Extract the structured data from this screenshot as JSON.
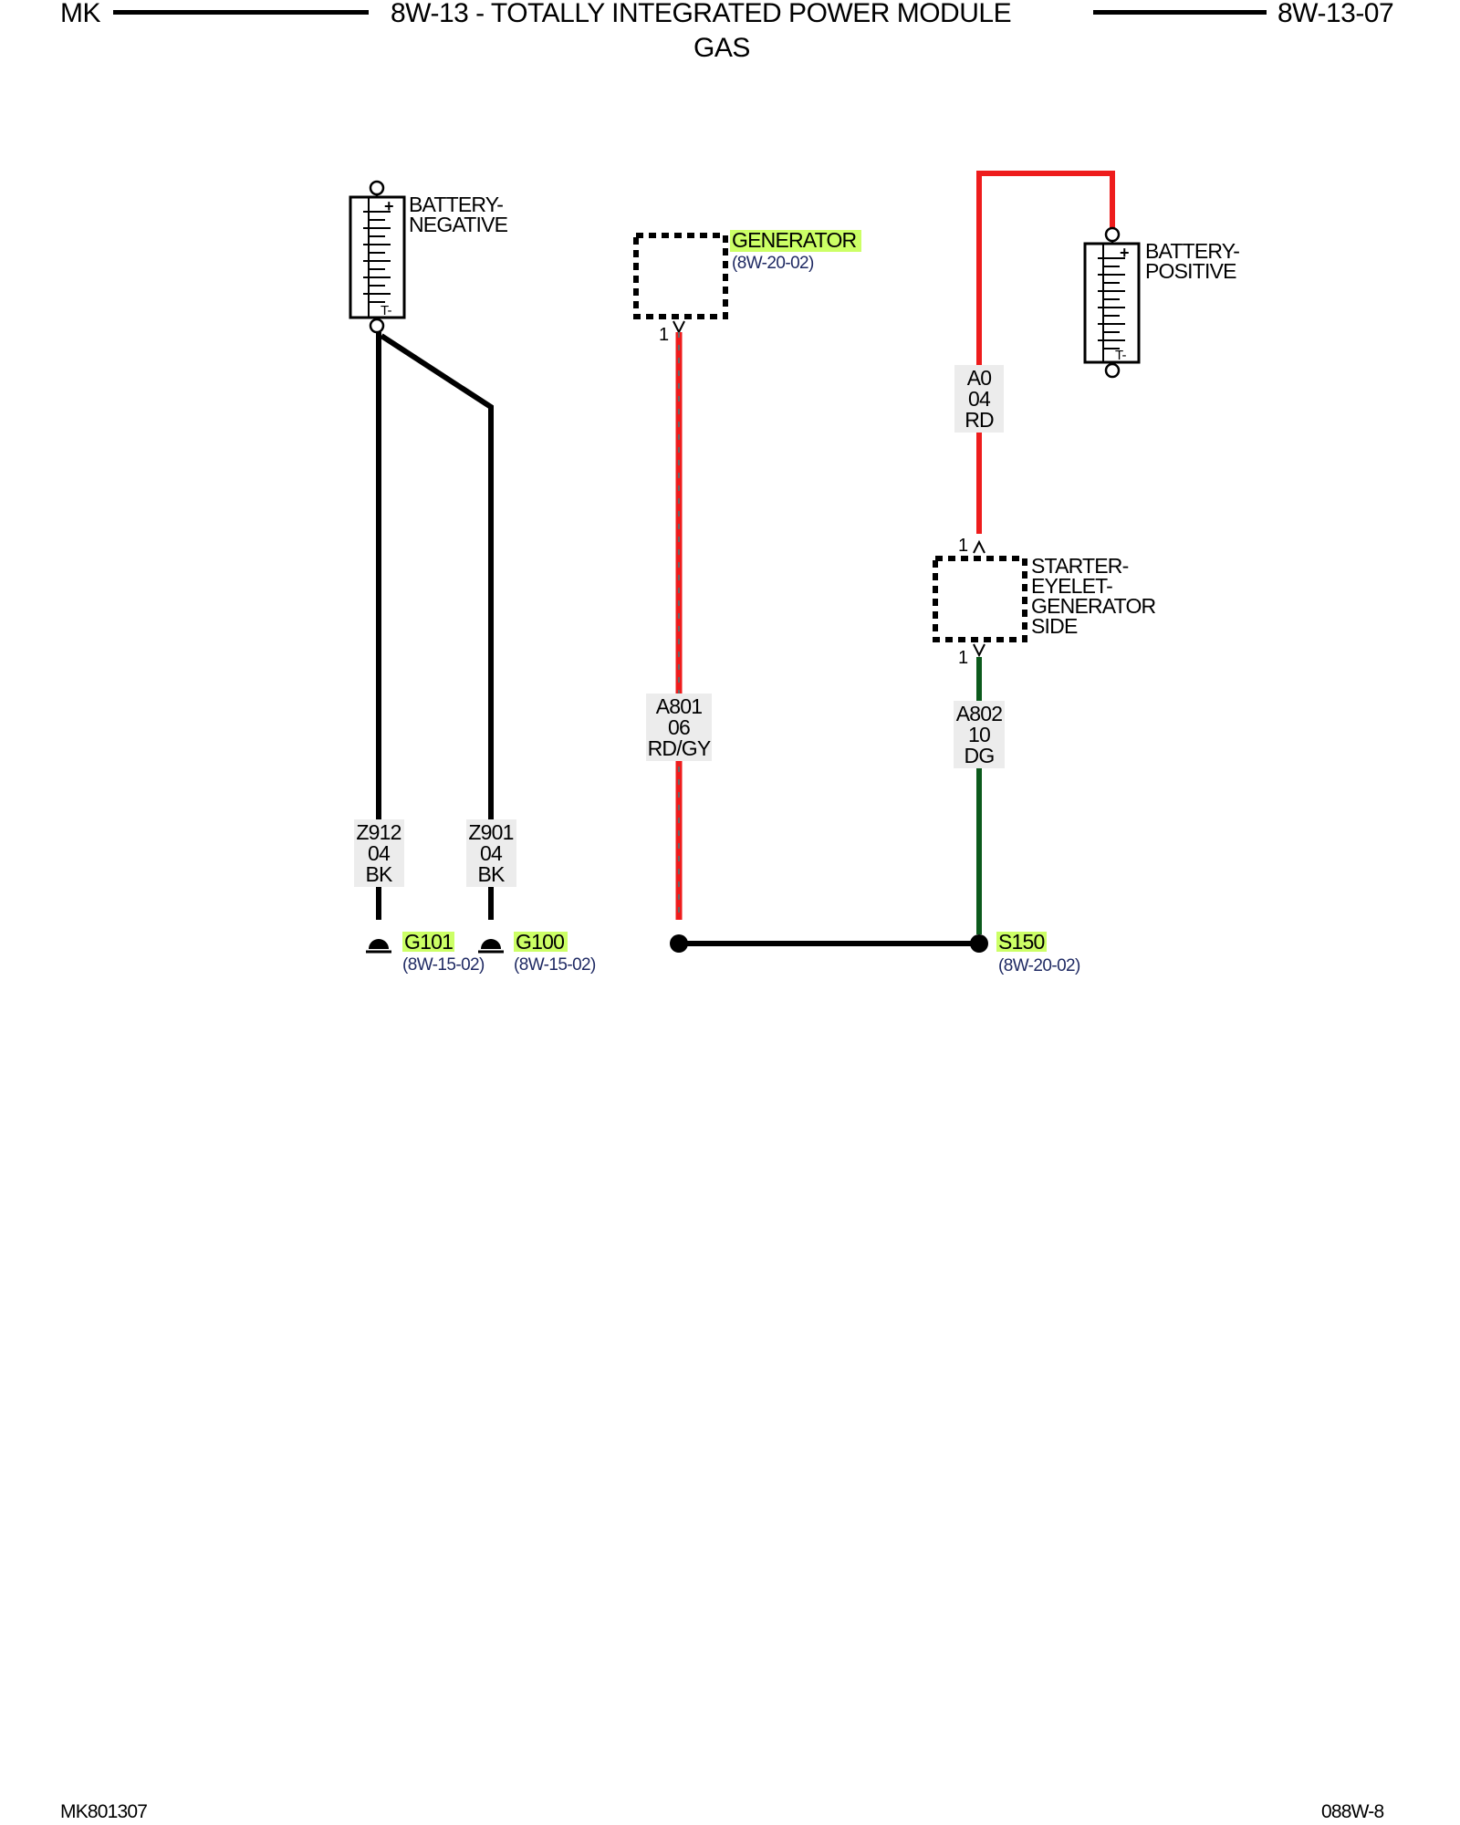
{
  "header": {
    "left": "MK",
    "title": "8W-13 - TOTALLY INTEGRATED POWER MODULE",
    "subtitle": "GAS",
    "right": "8W-13-07"
  },
  "footer": {
    "left": "MK801307",
    "right": "088W-8"
  },
  "colors": {
    "wire_red": "#ee1c1c",
    "wire_green": "#0c5a1c",
    "highlight": "#ccff66",
    "ref_text": "#1f2a63"
  },
  "components": {
    "battery_negative": {
      "line1": "BATTERY-",
      "line2": "NEGATIVE",
      "plus": "+",
      "minus": "T-"
    },
    "battery_positive": {
      "line1": "BATTERY-",
      "line2": "POSITIVE",
      "plus": "+",
      "minus": "T-"
    },
    "generator": {
      "name": "GENERATOR",
      "ref": "(8W-20-02)",
      "pin": "1"
    },
    "starter_eyelet": {
      "line1": "STARTER-",
      "line2": "EYELET-",
      "line3": "GENERATOR",
      "line4": "SIDE",
      "pin_top": "1",
      "pin_bottom": "1"
    }
  },
  "wires": {
    "z912": {
      "circuit": "Z912",
      "gauge": "04",
      "color": "BK"
    },
    "z901": {
      "circuit": "Z901",
      "gauge": "04",
      "color": "BK"
    },
    "a801": {
      "circuit": "A801",
      "gauge": "06",
      "color": "RD/GY"
    },
    "a0": {
      "circuit": "A0",
      "gauge": "04",
      "color": "RD"
    },
    "a802": {
      "circuit": "A802",
      "gauge": "10",
      "color": "DG"
    }
  },
  "grounds": {
    "g101": {
      "name": "G101",
      "ref": "(8W-15-02)"
    },
    "g100": {
      "name": "G100",
      "ref": "(8W-15-02)"
    }
  },
  "splices": {
    "s150": {
      "name": "S150",
      "ref": "(8W-20-02)"
    }
  }
}
